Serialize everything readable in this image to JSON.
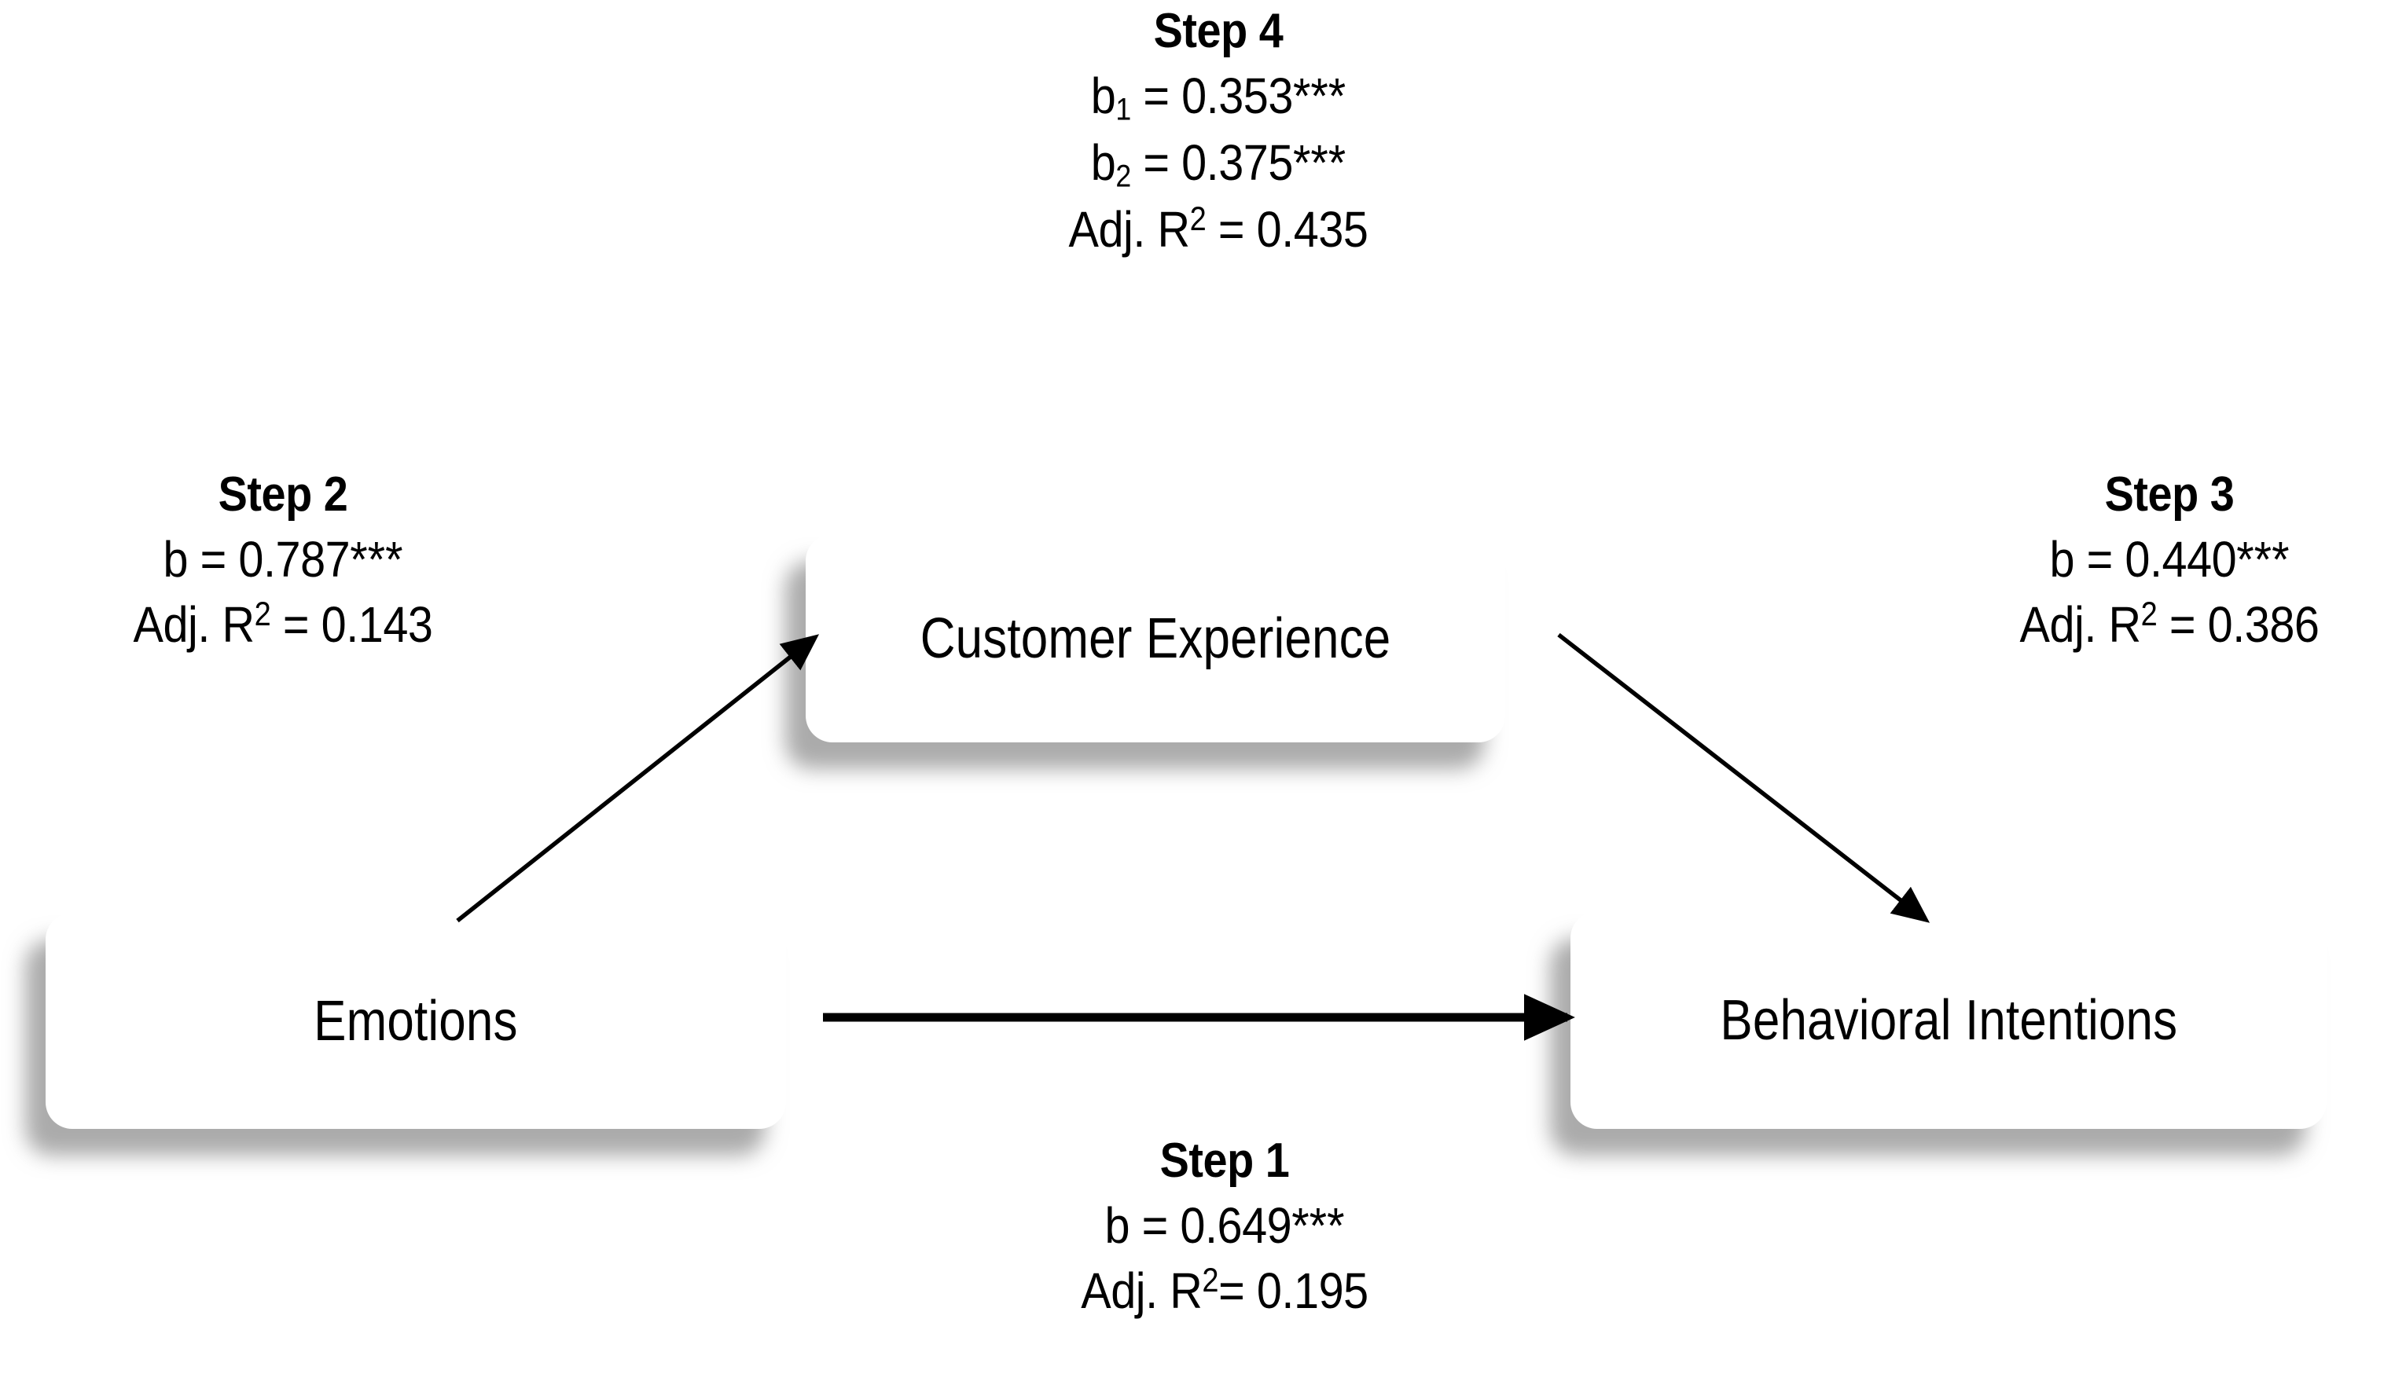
{
  "diagram": {
    "title": "Mediation analysis path model",
    "nodes": [
      {
        "id": "customer-experience",
        "label": "Customer Experience"
      },
      {
        "id": "emotions",
        "label": "Emotions"
      },
      {
        "id": "behavioral-intentions",
        "label": "Behavioral Intentions"
      }
    ],
    "steps": [
      {
        "id": "step4",
        "title": "Step 4",
        "lines": [
          {
            "prefix": "b",
            "sub": "1",
            "mid": " = 0.353",
            "stars": "***"
          },
          {
            "prefix": "b",
            "sub": "2",
            "mid": " = 0.375",
            "stars": "***"
          },
          {
            "prefix": "Adj. R",
            "sup": "2",
            "mid": " = 0.435",
            "stars": ""
          }
        ]
      },
      {
        "id": "step2",
        "title": "Step 2",
        "lines": [
          {
            "prefix": "b",
            "sub": "",
            "mid": " = 0.787",
            "stars": "***"
          },
          {
            "prefix": "Adj. R",
            "sup": "2",
            "mid": " = 0.143",
            "stars": ""
          }
        ]
      },
      {
        "id": "step3",
        "title": "Step 3",
        "lines": [
          {
            "prefix": "b",
            "sub": "",
            "mid": " = 0.440",
            "stars": "***"
          },
          {
            "prefix": "Adj. R",
            "sup": "2",
            "mid": " = 0.386",
            "stars": ""
          }
        ]
      },
      {
        "id": "step1",
        "title": "Step 1",
        "lines": [
          {
            "prefix": "b",
            "sub": "",
            "mid": " = 0.649",
            "stars": "***"
          },
          {
            "prefix": "Adj. R",
            "sup": "2",
            "mid": "= 0.195",
            "stars": ""
          }
        ]
      }
    ],
    "arrows": [
      {
        "id": "emotions-to-customer-experience",
        "from": "emotions",
        "to": "customer-experience",
        "style": "thin-diagonal-up"
      },
      {
        "id": "customer-experience-to-behavioral",
        "from": "customer-experience",
        "to": "behavioral-intentions",
        "style": "thin-diagonal-down"
      },
      {
        "id": "emotions-to-behavioral",
        "from": "emotions",
        "to": "behavioral-intentions",
        "style": "thick-horizontal"
      }
    ],
    "colors": {
      "background": "#ffffff",
      "box_fill": "#ffffff",
      "text": "#000000",
      "shadow": "#787878",
      "arrow": "#000000"
    }
  },
  "step4": {
    "title": "Step 4",
    "l1_prefix": "b",
    "l1_sub": "1",
    "l1_mid": " = 0.353",
    "l1_stars": "***",
    "l2_prefix": "b",
    "l2_sub": "2",
    "l2_mid": " = 0.375",
    "l2_stars": "***",
    "l3_prefix": "Adj. R",
    "l3_sup": "2",
    "l3_mid": " = 0.435"
  },
  "step2": {
    "title": "Step 2",
    "l1_prefix": "b",
    "l1_mid": " = 0.787",
    "l1_stars": "***",
    "l2_prefix": "Adj. R",
    "l2_sup": "2",
    "l2_mid": " = 0.143"
  },
  "step3": {
    "title": "Step 3",
    "l1_prefix": "b",
    "l1_mid": " = 0.440",
    "l1_stars": "***",
    "l2_prefix": "Adj. R",
    "l2_sup": "2",
    "l2_mid": " = 0.386"
  },
  "step1": {
    "title": "Step 1",
    "l1_prefix": "b",
    "l1_mid": " = 0.649",
    "l1_stars": "***",
    "l2_prefix": "Adj. R",
    "l2_sup": "2",
    "l2_mid": "= 0.195"
  },
  "nodes": {
    "customer_experience": "Customer Experience",
    "emotions": "Emotions",
    "behavioral_intentions": "Behavioral Intentions"
  }
}
